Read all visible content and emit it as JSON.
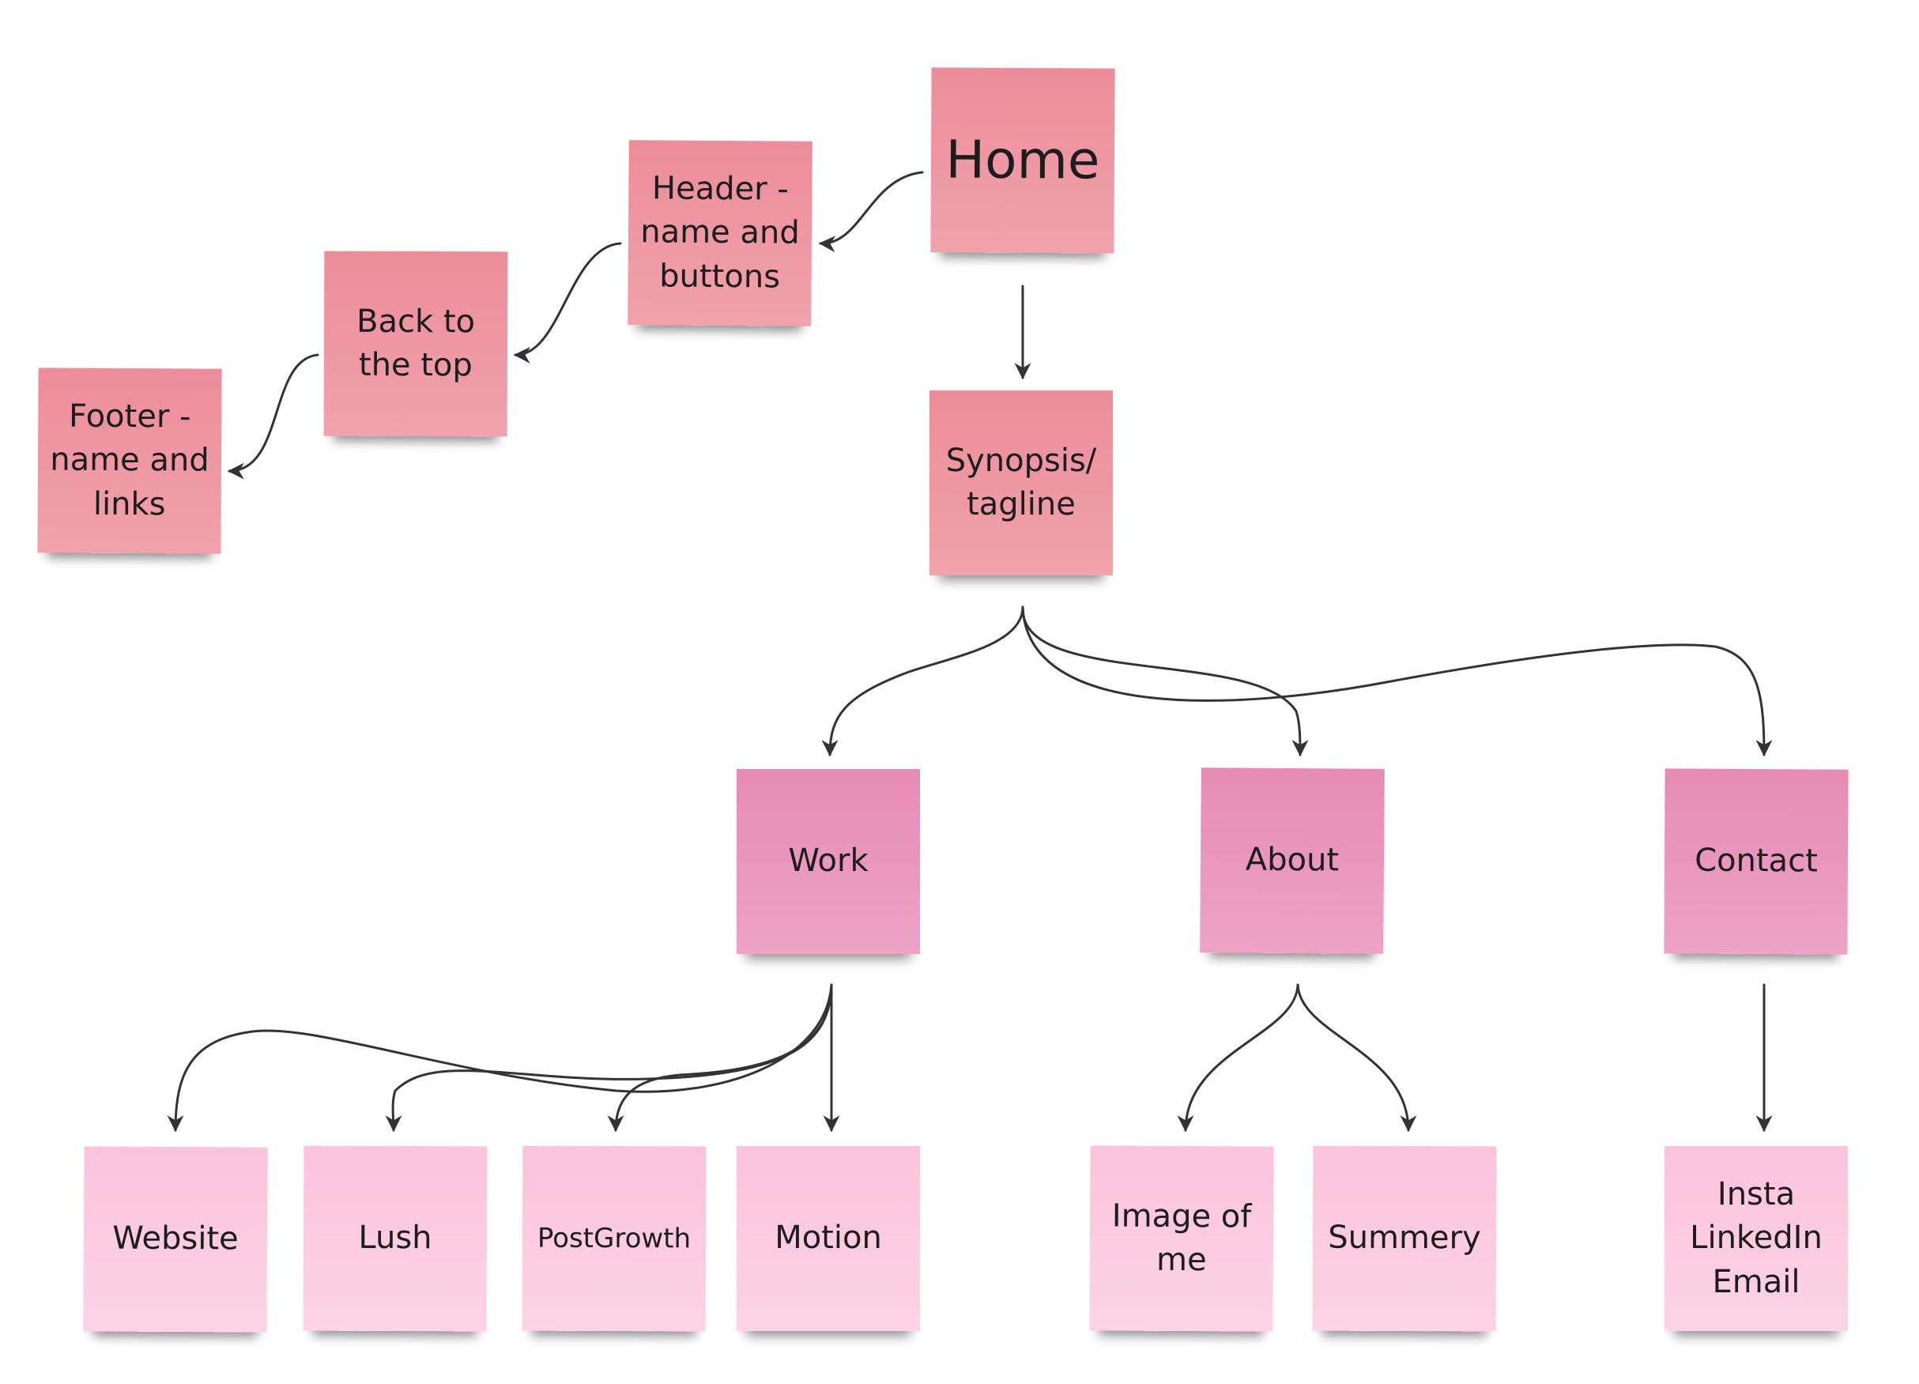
{
  "colors": {
    "top_tier": "#ec8d9a",
    "mid_tier": "#e68bb6",
    "leaf_tier": "#fbc4dc",
    "connector": "#333333",
    "background": "#ffffff"
  },
  "nodes": {
    "home": "Home",
    "header": "Header -\nname and\nbuttons",
    "back_to_top": "Back to\nthe top",
    "footer": "Footer -\nname and\nlinks",
    "synopsis": "Synopsis/\ntagline",
    "work": "Work",
    "about": "About",
    "contact": "Contact",
    "website": "Website",
    "lush": "Lush",
    "postgrowth": "PostGrowth",
    "motion": "Motion",
    "image_of_me": "Image of\nme",
    "summery": "Summery",
    "contact_links": "Insta\nLinkedIn\nEmail"
  },
  "edges": [
    [
      "home",
      "header"
    ],
    [
      "header",
      "back_to_top"
    ],
    [
      "back_to_top",
      "footer"
    ],
    [
      "home",
      "synopsis"
    ],
    [
      "synopsis",
      "work"
    ],
    [
      "synopsis",
      "about"
    ],
    [
      "synopsis",
      "contact"
    ],
    [
      "work",
      "website"
    ],
    [
      "work",
      "lush"
    ],
    [
      "work",
      "postgrowth"
    ],
    [
      "work",
      "motion"
    ],
    [
      "about",
      "image_of_me"
    ],
    [
      "about",
      "summery"
    ],
    [
      "contact",
      "contact_links"
    ]
  ]
}
